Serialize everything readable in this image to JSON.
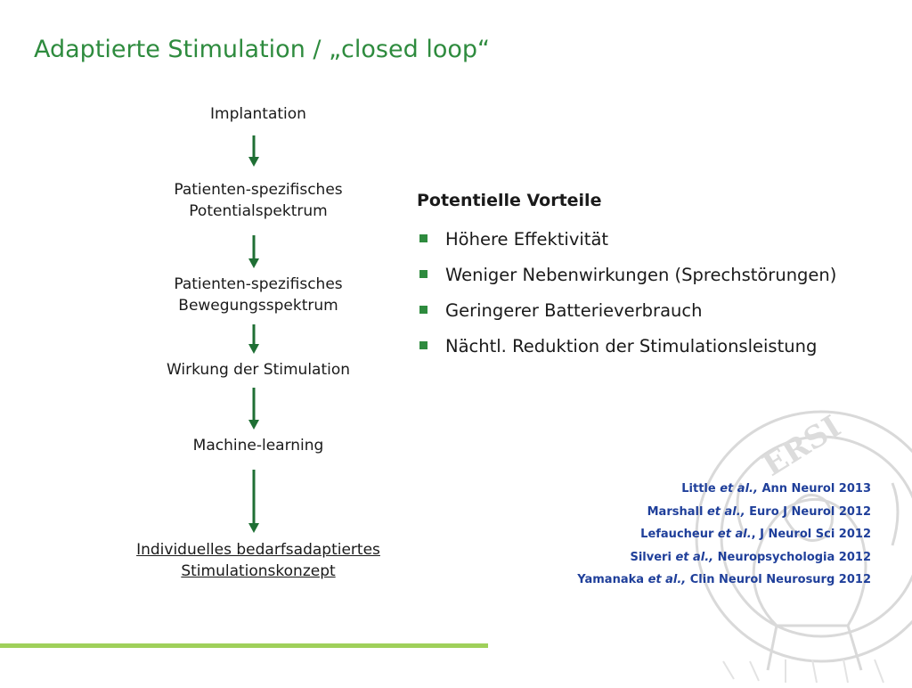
{
  "slide": {
    "title": "Adaptierte Stimulation / „closed loop“"
  },
  "flow": {
    "steps": [
      {
        "lines": [
          "Implantation"
        ]
      },
      {
        "lines": [
          "Patienten-spezifisches",
          "Potentialspektrum"
        ]
      },
      {
        "lines": [
          "Patienten-spezifisches",
          "Bewegungsspektrum"
        ]
      },
      {
        "lines": [
          "Wirkung der Stimulation"
        ]
      },
      {
        "lines": [
          "Machine-learning"
        ]
      },
      {
        "lines": [
          "Individuelles bedarfsadaptiertes",
          "Stimulationskonzept"
        ]
      }
    ]
  },
  "advantages": {
    "heading": "Potentielle Vorteile",
    "items": [
      "Höhere Effektivität",
      "Weniger Nebenwirkungen (Sprechstörungen)",
      "Geringerer Batterieverbrauch",
      "Nächtl. Reduktion der Stimulationsleistung"
    ]
  },
  "references": [
    {
      "author": "Little",
      "etal": "et al.,",
      "source": "Ann Neurol 2013"
    },
    {
      "author": "Marshall",
      "etal": "et al.,",
      "source": "Euro J Neurol 2012"
    },
    {
      "author": "Lefaucheur",
      "etal": "et al.",
      "source": ", J Neurol Sci 2012"
    },
    {
      "author": "Silveri",
      "etal": "et al.,",
      "source": "Neuropsychologia 2012"
    },
    {
      "author": "Yamanaka",
      "etal": "et al.,",
      "source": "Clin Neurol Neurosurg 2012"
    }
  ],
  "seal": {
    "legend_fragment": "ERSI"
  },
  "colors": {
    "accent_green": "#2e8b3e",
    "arrow_green": "#1f6f34",
    "reference_blue": "#1f3f9a",
    "bar_green": "#9fd05a",
    "seal_gray": "#d9d9d9"
  }
}
